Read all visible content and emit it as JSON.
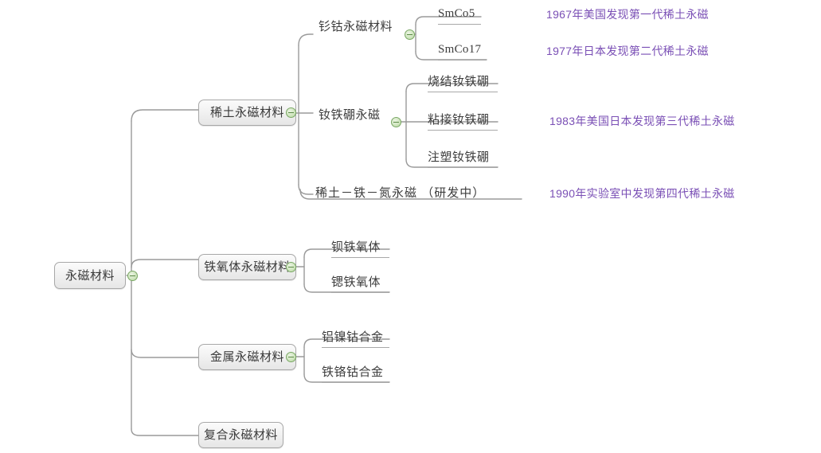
{
  "diagram": {
    "title": "永磁材料",
    "type": "mindmap",
    "background": "#ffffff",
    "line_color": "#9a9a9a",
    "node_border_color": "#a8a8a8",
    "note_color": "#7a4fb5",
    "toggle_color": "#7aa865",
    "toggle_icon": "minus-circle-icon"
  },
  "root": {
    "label": "永磁材料",
    "toggle": "collapse-toggle"
  },
  "branches": [
    {
      "label": "稀土永磁材料",
      "toggle": "collapse-toggle",
      "children": [
        {
          "label": "钐钴永磁材料",
          "toggle": "collapse-toggle",
          "leaves": [
            {
              "label": "SmCo5",
              "note": "1967年美国发现第一代稀土永磁"
            },
            {
              "label": "SmCo17",
              "note": "1977年日本发现第二代稀土永磁"
            }
          ]
        },
        {
          "label": "钕铁硼永磁",
          "toggle": "collapse-toggle",
          "leaves": [
            {
              "label": "烧结钕铁硼",
              "note": ""
            },
            {
              "label": "粘接钕铁硼",
              "note": "1983年美国日本发现第三代稀土永磁"
            },
            {
              "label": "注塑钕铁硼",
              "note": ""
            }
          ]
        },
        {
          "label": "稀土－铁－氮永磁",
          "label_suffix": "（研发中）",
          "toggle": "",
          "leaves": [],
          "note": "1990年实验室中发现第四代稀土永磁"
        }
      ]
    },
    {
      "label": "铁氧体永磁材料",
      "toggle": "collapse-toggle",
      "leaves": [
        {
          "label": "钡铁氧体"
        },
        {
          "label": "锶铁氧体"
        }
      ]
    },
    {
      "label": "金属永磁材料",
      "toggle": "collapse-toggle",
      "leaves": [
        {
          "label": "铝镍钴合金"
        },
        {
          "label": "铁铬钴合金"
        }
      ]
    },
    {
      "label": "复合永磁材料",
      "toggle": "",
      "leaves": []
    }
  ]
}
